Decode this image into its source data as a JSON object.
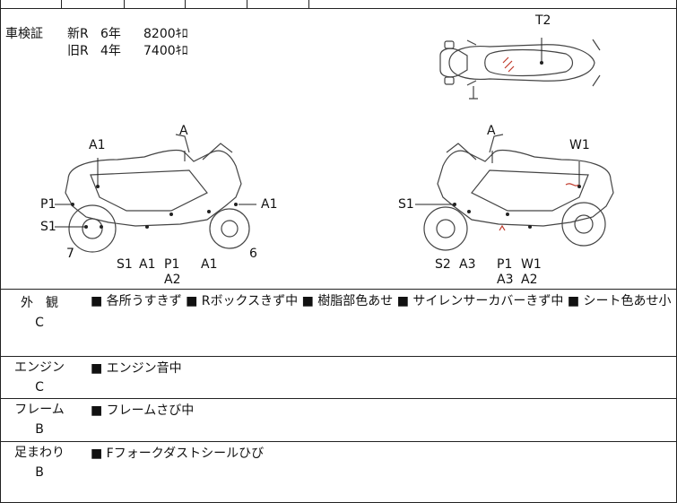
{
  "registration": {
    "label": "車検証",
    "rows": [
      {
        "kind": "新R",
        "years": "6年",
        "price": "8200ｷﾛ"
      },
      {
        "kind": "旧R",
        "years": "4年",
        "price": "7400ｷﾛ"
      }
    ]
  },
  "diagram": {
    "top_view_labels": [
      "T2"
    ],
    "left_side_labels": [
      "A1",
      "A",
      "P1",
      "S1",
      "A1",
      "7",
      "S1",
      "A1",
      "P1",
      "A2",
      "A1",
      "6"
    ],
    "right_side_labels": [
      "A",
      "W1",
      "S1",
      "S2",
      "A3",
      "P1",
      "A3",
      "W1",
      "A2"
    ]
  },
  "conditions": [
    {
      "name": "外　観",
      "grade": "C",
      "text": "■ 各所うすきず ■ Rボックスきず中 ■ 樹脂部色あせ ■ サイレンサーカバーきず中 ■ シート色あせ小"
    },
    {
      "name": "エンジン",
      "grade": "C",
      "text": "■ エンジン音中"
    },
    {
      "name": "フレーム",
      "grade": "B",
      "text": "■ フレームさび中"
    },
    {
      "name": "足まわり",
      "grade": "B",
      "text": "■ Fフォークダストシールひび"
    }
  ],
  "colors": {
    "line": "#222222",
    "damage_mark": "#c0392b"
  }
}
